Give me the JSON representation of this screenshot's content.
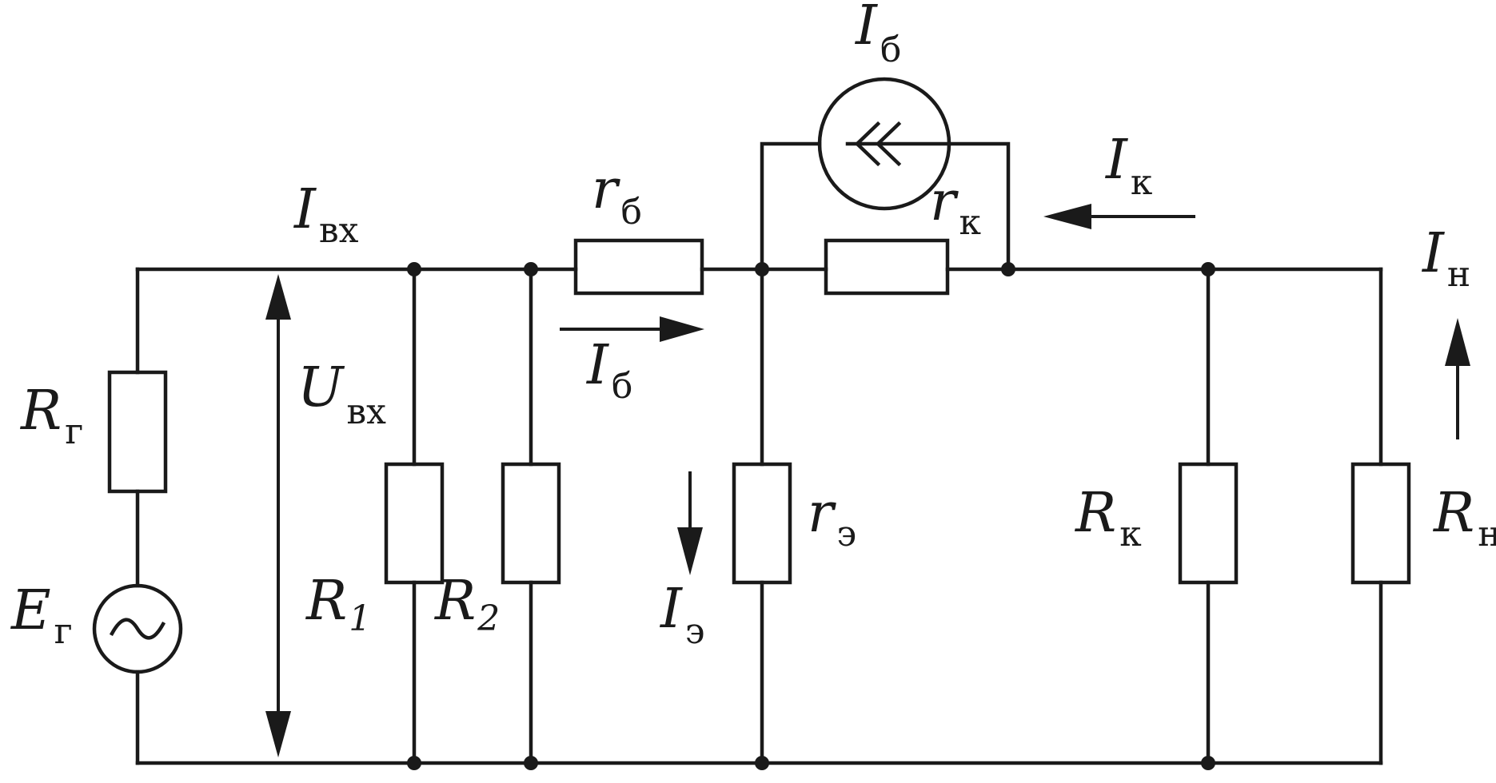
{
  "labels": {
    "Ig_top": {
      "main": "I",
      "sub": "б"
    },
    "Ik": {
      "main": "I",
      "sub": "к"
    },
    "rk": {
      "main": "r",
      "sub": "к"
    },
    "Ivx": {
      "main": "I",
      "sub": "вх"
    },
    "rb": {
      "main": "r",
      "sub": "б"
    },
    "In": {
      "main": "I",
      "sub": "н"
    },
    "Uvx": {
      "main": "U",
      "sub": "вх"
    },
    "Ib_arrow": {
      "main": "I",
      "sub": "б"
    },
    "Rg": {
      "main": "R",
      "sub": "г"
    },
    "re": {
      "main": "r",
      "sub": "э"
    },
    "Rk": {
      "main": "R",
      "sub": "к"
    },
    "Rn": {
      "main": "R",
      "sub": "н"
    },
    "Eg": {
      "main": "E",
      "sub": "г"
    },
    "R1": {
      "main": "R",
      "sub": "1"
    },
    "R2": {
      "main": "R",
      "sub": "2"
    },
    "Ie": {
      "main": "I",
      "sub": "э"
    }
  }
}
